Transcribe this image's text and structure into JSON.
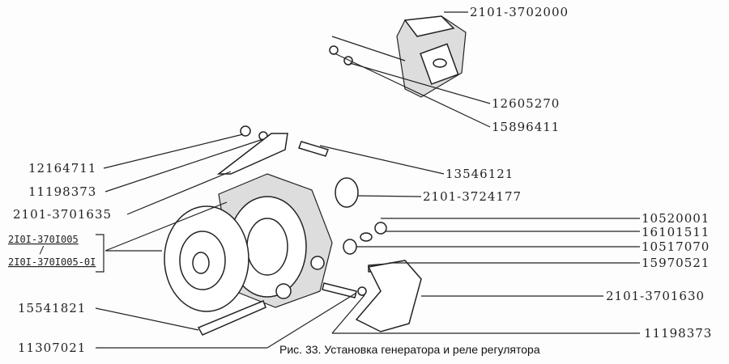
{
  "caption": "Рис. 33. Установка генератора и реле регулятора",
  "parts": {
    "regulator_relay": "2101-3702000",
    "washer_relay": "12605270",
    "nut_relay": "15896411",
    "nut_bracket": "12164711",
    "washer_bracket": "11198373",
    "adjusting_bar": "2101-3701635",
    "alternator_a": "2I0I-370I005",
    "alternator_sep": "/",
    "alternator_b": "2I0I-370I005-0I",
    "stud": "13546121",
    "bushing": "2101-3724177",
    "nut_1": "10520001",
    "washer_1": "16101511",
    "washer_2": "10517070",
    "bolt_1": "15970521",
    "mount_bracket": "2101-3701630",
    "bolt_long": "15541821",
    "nut_long": "11307021",
    "washer_bottom": "11198373"
  }
}
